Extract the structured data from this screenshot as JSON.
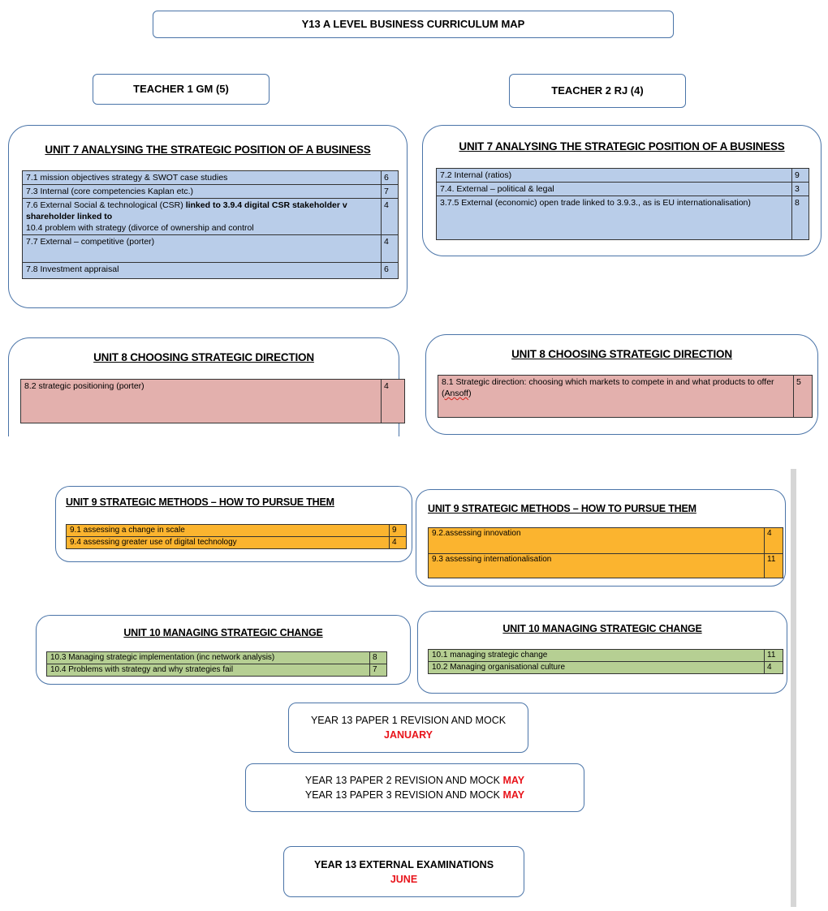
{
  "title": "Y13 A LEVEL BUSINESS CURRICULUM MAP",
  "teacher1": "TEACHER 1 GM (5)",
  "teacher2": "TEACHER 2 RJ (4)",
  "unit7": {
    "title": "UNIT 7 ANALYSING THE STRATEGIC  POSITION OF A BUSINESS",
    "left": [
      {
        "text": "7.1 mission objectives  strategy & SWOT case studies",
        "n": "6"
      },
      {
        "text": "7.3 Internal (core competencies  Kaplan etc.)",
        "n": "7"
      },
      {
        "text_a": "7.6 External Social & technological  (CSR) ",
        "text_b": "linked  to 3.9.4 digital CSR stakeholder v shareholder linked to",
        "text_c": "10.4 problem with strategy (divorce of ownership and control",
        "n": "4"
      },
      {
        "text": "7.7 External – competitive  (porter)",
        "n": "4"
      },
      {
        "text": "7.8 Investment appraisal",
        "n": "6"
      }
    ],
    "right": [
      {
        "text": "7.2 Internal (ratios)",
        "n": "9"
      },
      {
        "text": "7.4. External – political  & legal",
        "n": "3"
      },
      {
        "text": "3.7.5 External (economic)  open trade linked to 3.9.3., as is EU internationalisation)",
        "n": "8"
      }
    ]
  },
  "unit8": {
    "title": "UNIT 8 CHOOSING STRATEGIC  DIRECTION",
    "left": [
      {
        "text": "8.2 strategic positioning   (porter)",
        "n": "4"
      }
    ],
    "right": [
      {
        "text_a": "8.1 Strategic direction:  choosing  which  markets to compete  in and what products to offer (",
        "text_b": "Ansoff",
        "text_c": ")",
        "n": "5"
      }
    ]
  },
  "unit9": {
    "title": "UNIT 9 STRATEGIC  METHODS – HOW TO PURSUE THEM",
    "left": [
      {
        "text": "9.1 assessing a change in scale",
        "n": "9"
      },
      {
        "text": "9.4 assessing greater use of digital technology",
        "n": "4"
      }
    ],
    "right": [
      {
        "text": "9.2.assessing innovation",
        "n": "4"
      },
      {
        "text": "9.3 assessing internationalisation",
        "n": "11"
      }
    ]
  },
  "unit10": {
    "title": "UNIT 10 MANAGING STRATEGIC  CHANGE",
    "left": [
      {
        "text": "10.3 Managing strategic implementation  (inc network analysis)",
        "n": "8"
      },
      {
        "text": "10.4 Problems with strategy and why strategies fail",
        "n": "7"
      }
    ],
    "right": [
      {
        "text": "10.1 managing strategic change",
        "n": "11"
      },
      {
        "text": "10.2 Managing organisational culture",
        "n": "4"
      }
    ]
  },
  "revision1": {
    "line": "YEAR 13 PAPER 1 REVISION  AND MOCK",
    "month": "JANUARY"
  },
  "revision2": {
    "line": "YEAR 13 PAPER 2 REVISION  AND MOCK ",
    "month": "MAY"
  },
  "revision3": {
    "line": "YEAR 13 PAPER 3 REVISION  AND MOCK ",
    "month": "MAY"
  },
  "exams": {
    "line": "YEAR 13 EXTERNAL EXAMINATIONS",
    "month": "JUNE"
  },
  "colors": {
    "border": "#4a74a8",
    "blue": "#b9cde9",
    "pink": "#e3b0ad",
    "orange": "#fbb42f",
    "green": "#b6cf93",
    "red": "#e8141b"
  }
}
